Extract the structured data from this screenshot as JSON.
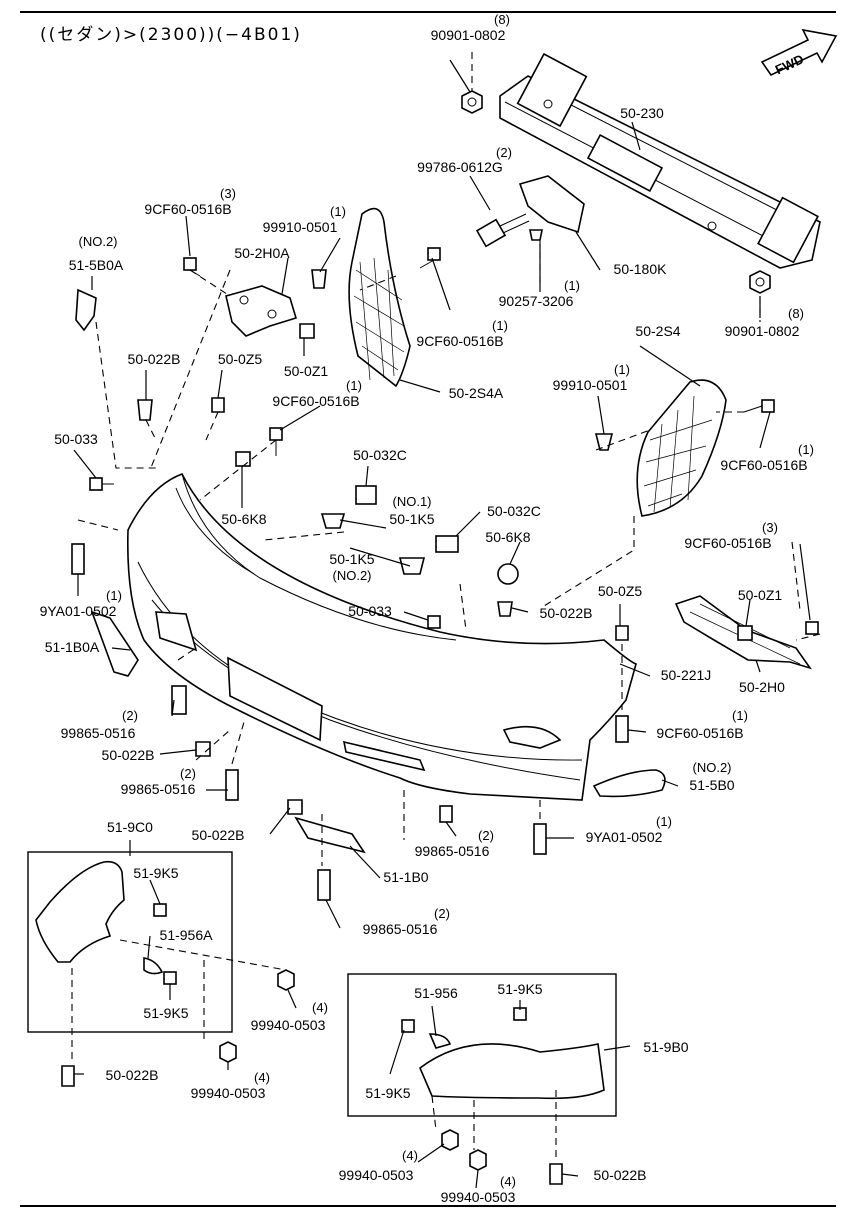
{
  "header": {
    "title": "((セダン)>(2300))(−4B01)",
    "fwd": "FWD"
  },
  "callouts": [
    {
      "id": "c01",
      "part": "90901-0802",
      "qty": "(8)",
      "note": ""
    },
    {
      "id": "c02",
      "part": "50-230",
      "qty": "",
      "note": ""
    },
    {
      "id": "c03",
      "part": "99786-0612G",
      "qty": "(2)",
      "note": ""
    },
    {
      "id": "c04",
      "part": "9CF60-0516B",
      "qty": "(3)",
      "note": ""
    },
    {
      "id": "c05",
      "part": "99910-0501",
      "qty": "(1)",
      "note": ""
    },
    {
      "id": "c06",
      "part": "51-5B0A",
      "qty": "",
      "note": "(NO.2)"
    },
    {
      "id": "c07",
      "part": "50-2H0A",
      "qty": "",
      "note": ""
    },
    {
      "id": "c08",
      "part": "50-180K",
      "qty": "",
      "note": ""
    },
    {
      "id": "c09",
      "part": "90257-3206",
      "qty": "(1)",
      "note": ""
    },
    {
      "id": "c10",
      "part": "9CF60-0516B",
      "qty": "(1)",
      "note": ""
    },
    {
      "id": "c11",
      "part": "90901-0802",
      "qty": "(8)",
      "note": ""
    },
    {
      "id": "c12",
      "part": "50-0Z1",
      "qty": "",
      "note": ""
    },
    {
      "id": "c13",
      "part": "50-2S4",
      "qty": "",
      "note": ""
    },
    {
      "id": "c14",
      "part": "50-022B",
      "qty": "",
      "note": ""
    },
    {
      "id": "c15",
      "part": "50-0Z5",
      "qty": "",
      "note": ""
    },
    {
      "id": "c16",
      "part": "50-2S4A",
      "qty": "",
      "note": ""
    },
    {
      "id": "c17",
      "part": "9CF60-0516B",
      "qty": "(1)",
      "note": ""
    },
    {
      "id": "c18",
      "part": "99910-0501",
      "qty": "(1)",
      "note": ""
    },
    {
      "id": "c19",
      "part": "50-033",
      "qty": "",
      "note": ""
    },
    {
      "id": "c20",
      "part": "50-032C",
      "qty": "",
      "note": ""
    },
    {
      "id": "c21",
      "part": "9CF60-0516B",
      "qty": "(1)",
      "note": ""
    },
    {
      "id": "c22",
      "part": "50-6K8",
      "qty": "",
      "note": ""
    },
    {
      "id": "c23",
      "part": "50-1K5",
      "qty": "",
      "note": "(NO.1)"
    },
    {
      "id": "c24",
      "part": "50-032C",
      "qty": "",
      "note": ""
    },
    {
      "id": "c25",
      "part": "9CF60-0516B",
      "qty": "(3)",
      "note": ""
    },
    {
      "id": "c26",
      "part": "50-6K8",
      "qty": "",
      "note": ""
    },
    {
      "id": "c27",
      "part": "50-1K5",
      "qty": "",
      "note": "(NO.2)"
    },
    {
      "id": "c28",
      "part": "9YA01-0502",
      "qty": "(1)",
      "note": ""
    },
    {
      "id": "c29",
      "part": "50-0Z5",
      "qty": "",
      "note": ""
    },
    {
      "id": "c30",
      "part": "50-0Z1",
      "qty": "",
      "note": ""
    },
    {
      "id": "c31",
      "part": "50-033",
      "qty": "",
      "note": ""
    },
    {
      "id": "c32",
      "part": "50-022B",
      "qty": "",
      "note": ""
    },
    {
      "id": "c33",
      "part": "51-1B0A",
      "qty": "",
      "note": ""
    },
    {
      "id": "c34",
      "part": "50-221J",
      "qty": "",
      "note": ""
    },
    {
      "id": "c35",
      "part": "50-2H0",
      "qty": "",
      "note": ""
    },
    {
      "id": "c36",
      "part": "99865-0516",
      "qty": "(2)",
      "note": ""
    },
    {
      "id": "c37",
      "part": "9CF60-0516B",
      "qty": "(1)",
      "note": ""
    },
    {
      "id": "c38",
      "part": "50-022B",
      "qty": "",
      "note": ""
    },
    {
      "id": "c39",
      "part": "51-5B0",
      "qty": "",
      "note": "(NO.2)"
    },
    {
      "id": "c40",
      "part": "99865-0516",
      "qty": "(2)",
      "note": ""
    },
    {
      "id": "c41",
      "part": "50-022B",
      "qty": "",
      "note": ""
    },
    {
      "id": "c42",
      "part": "99865-0516",
      "qty": "(2)",
      "note": ""
    },
    {
      "id": "c43",
      "part": "9YA01-0502",
      "qty": "(1)",
      "note": ""
    },
    {
      "id": "c44",
      "part": "51-9C0",
      "qty": "",
      "note": ""
    },
    {
      "id": "c45",
      "part": "51-1B0",
      "qty": "",
      "note": ""
    },
    {
      "id": "c46",
      "part": "51-9K5",
      "qty": "",
      "note": ""
    },
    {
      "id": "c47",
      "part": "51-956A",
      "qty": "",
      "note": ""
    },
    {
      "id": "c48",
      "part": "99865-0516",
      "qty": "(2)",
      "note": ""
    },
    {
      "id": "c49",
      "part": "51-9K5",
      "qty": "",
      "note": ""
    },
    {
      "id": "c50",
      "part": "99940-0503",
      "qty": "(4)",
      "note": ""
    },
    {
      "id": "c51",
      "part": "51-956",
      "qty": "",
      "note": ""
    },
    {
      "id": "c52",
      "part": "51-9K5",
      "qty": "",
      "note": ""
    },
    {
      "id": "c53",
      "part": "51-9B0",
      "qty": "",
      "note": ""
    },
    {
      "id": "c54",
      "part": "50-022B",
      "qty": "",
      "note": ""
    },
    {
      "id": "c55",
      "part": "99940-0503",
      "qty": "(4)",
      "note": ""
    },
    {
      "id": "c56",
      "part": "51-9K5",
      "qty": "",
      "note": ""
    },
    {
      "id": "c57",
      "part": "99940-0503",
      "qty": "(4)",
      "note": ""
    },
    {
      "id": "c58",
      "part": "50-022B",
      "qty": "",
      "note": ""
    },
    {
      "id": "c59",
      "part": "99940-0503",
      "qty": "(4)",
      "note": ""
    }
  ]
}
